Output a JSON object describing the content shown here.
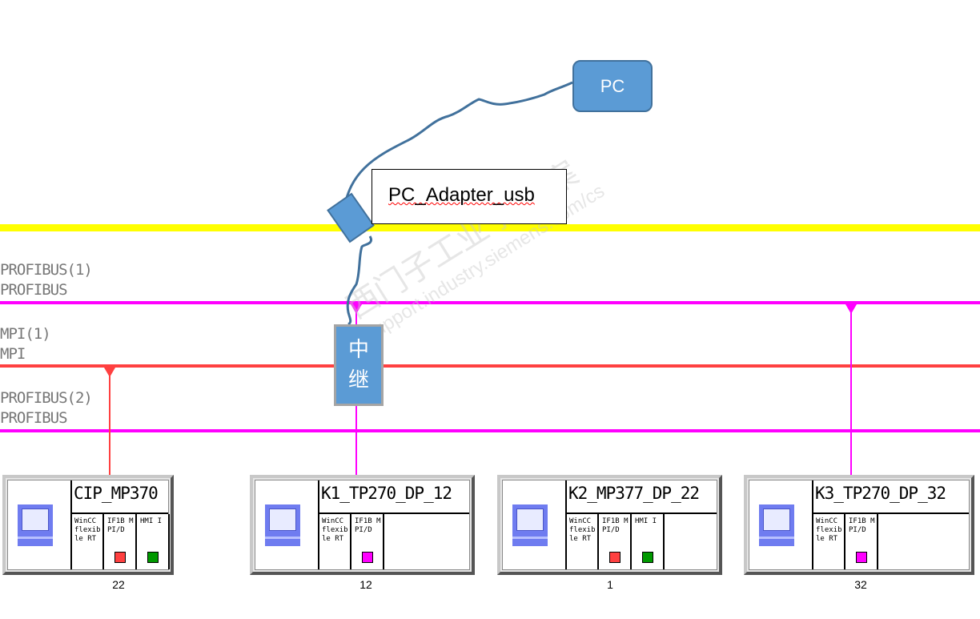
{
  "buses": [
    {
      "id": "yellow",
      "color": "#ffff00"
    },
    {
      "id": "profibus1",
      "name": "PROFIBUS(1)",
      "type": "PROFIBUS",
      "color": "#ff00ff"
    },
    {
      "id": "mpi1",
      "name": "MPI(1)",
      "type": "MPI",
      "color": "#ff4040"
    },
    {
      "id": "profibus2",
      "name": "PROFIBUS(2)",
      "type": "PROFIBUS",
      "color": "#ff00ff"
    }
  ],
  "pc": {
    "label": "PC",
    "color": "#5b9bd5"
  },
  "adapter": {
    "label": "PC_Adapter_usb"
  },
  "repeater": {
    "label_line1": "中",
    "label_line2": "继"
  },
  "devices": [
    {
      "name": "CIP_MP370",
      "address": "22",
      "cells": [
        {
          "text": "WinCC flexible RT"
        },
        {
          "text": "IF1B MPI/D",
          "led": "#ff4040"
        },
        {
          "text": "HMI I",
          "led": "#009900"
        }
      ]
    },
    {
      "name": "K1_TP270_DP_12",
      "address": "12",
      "cells": [
        {
          "text": "WinCC flexible RT"
        },
        {
          "text": "IF1B MPI/D",
          "led": "#ff00ff"
        }
      ]
    },
    {
      "name": "K2_MP377_DP_22",
      "address": "1",
      "cells": [
        {
          "text": "WinCC flexible RT"
        },
        {
          "text": "IF1B MPI/D",
          "led": "#ff4040"
        },
        {
          "text": "HMI I",
          "led": "#009900"
        }
      ]
    },
    {
      "name": "K3_TP270_DP_32",
      "address": "32",
      "cells": [
        {
          "text": "WinCC flexible RT"
        },
        {
          "text": "IF1B MPI/D",
          "led": "#ff00ff"
        }
      ]
    }
  ],
  "watermark": {
    "line1": "西门子工业  找答案",
    "line2": "support.industry.siemens.com/cs"
  }
}
